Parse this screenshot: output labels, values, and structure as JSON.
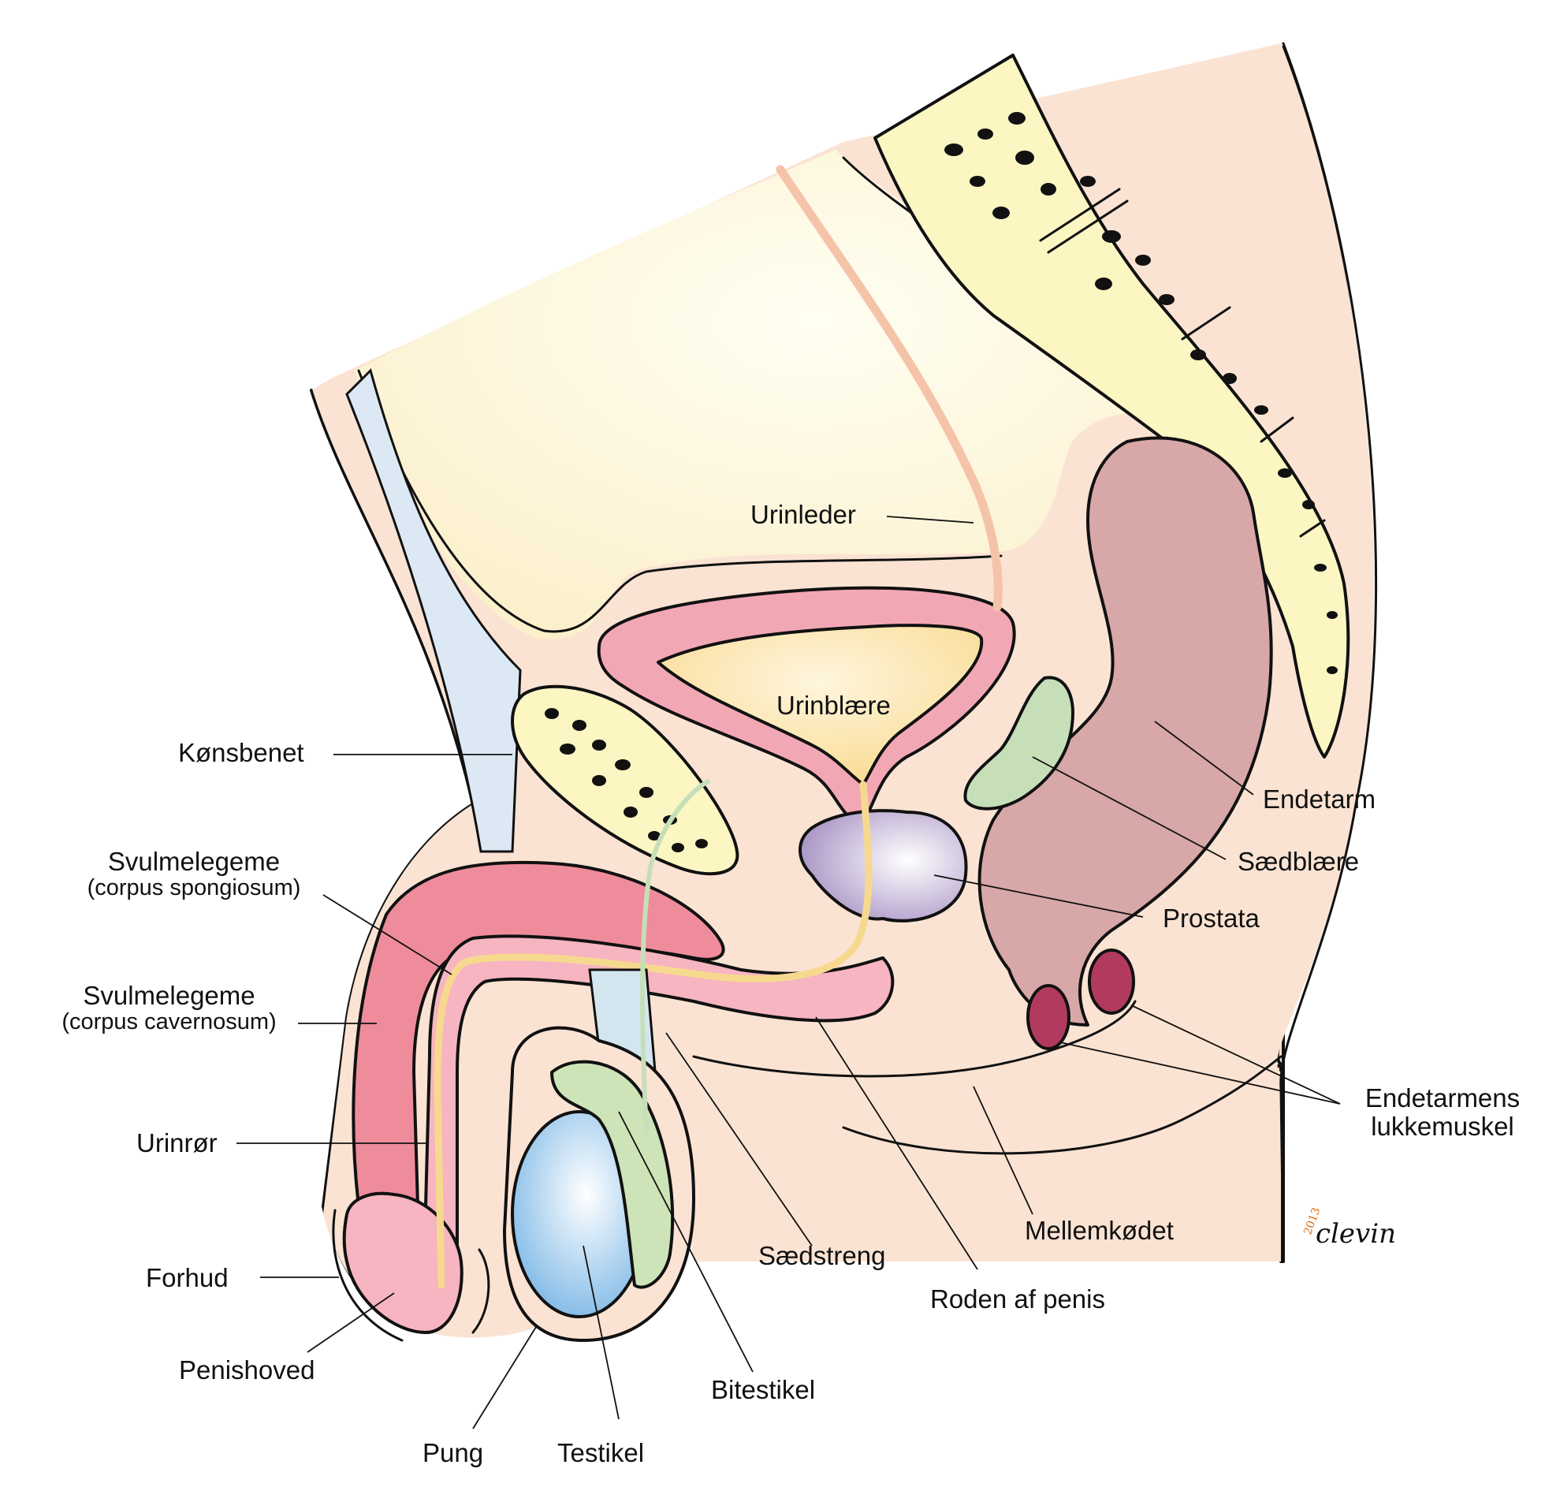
{
  "labels": {
    "urinleder": "Urinleder",
    "urinblaere": "Urinblære",
    "konsbenet": "Kønsbenet",
    "endetarm": "Endetarm",
    "saedblaere": "Sædblære",
    "prostata": "Prostata",
    "svulmelegeme_spongiosum": "Svulmelegeme",
    "corpus_spongiosum": "(corpus spongiosum)",
    "svulmelegeme_cavernosum": "Svulmelegeme",
    "corpus_cavernosum": "(corpus cavernosum)",
    "urinror": "Urinrør",
    "forhud": "Forhud",
    "penishoved": "Penishoved",
    "pung": "Pung",
    "testikel": "Testikel",
    "bitestikel": "Bitestikel",
    "saedstreng": "Sædstreng",
    "roden_af_penis": "Roden af penis",
    "mellemkodet": "Mellemkødet",
    "endetarmens_line1": "Endetarmens",
    "endetarmens_line2": "lukkemuskel"
  },
  "signature": {
    "name": "clevin",
    "year": "2013"
  },
  "colors": {
    "skin": "#fbe3d3",
    "bone": "#fbf6c2",
    "bladder_wall": "#f2a7b5",
    "bladder_inner": "#fbe0a3",
    "rectum": "#d8a7a8",
    "prostate": "#b9a6cf",
    "seminal_vesicle": "#c6dfb9",
    "corpus_cavernosum": "#ef8c9c",
    "corpus_spongiosum": "#f7b4c1",
    "testis": "#a9d2ee",
    "epididymis": "#cde4b8",
    "sphincter": "#b23a5e",
    "ureter": "#f4c3a8",
    "urethra": "#f6d98e",
    "spermatic_cord": "#d3e6f0"
  }
}
